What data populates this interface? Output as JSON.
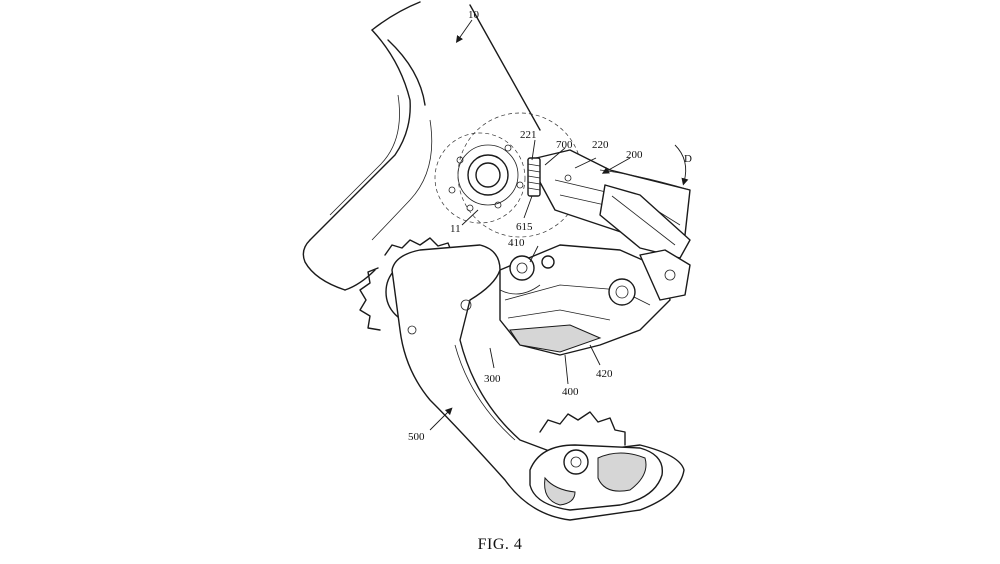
{
  "figure": {
    "caption": "FIG. 4"
  },
  "reference_labels": {
    "frame": "10",
    "axle": "11",
    "base": "200",
    "bracket": "220",
    "bolt_head": "221",
    "linkage": "300",
    "movable_member": "400",
    "pin": "410",
    "housing": "420",
    "cage": "500",
    "spring": "615",
    "adjuster": "700",
    "direction": "D"
  }
}
